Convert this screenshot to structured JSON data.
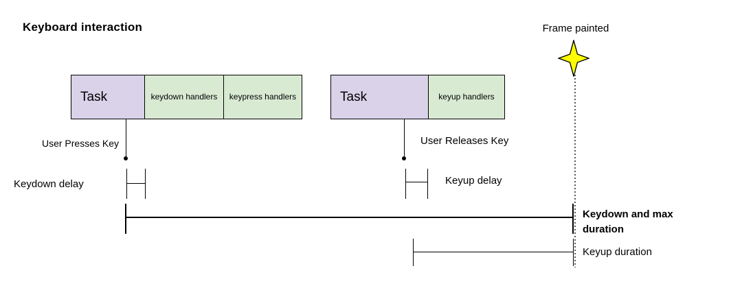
{
  "title": "Keyboard interaction",
  "frame_painted": {
    "label": "Frame painted",
    "marker_icon": "four-point-star-icon"
  },
  "bars": [
    {
      "task": "Task",
      "segments": [
        "keydown handlers",
        "keypress handlers"
      ]
    },
    {
      "task": "Task",
      "segments": [
        "keyup handlers"
      ]
    }
  ],
  "events": {
    "press": "User Presses Key",
    "release": "User Releases Key"
  },
  "measures": {
    "keydown_delay": "Keydown delay",
    "keyup_delay": "Keyup delay",
    "keydown_max_duration": "Keydown and max duration",
    "keyup_duration": "Keyup duration"
  },
  "colors": {
    "task_fill": "#d9d2e9",
    "handler_fill": "#d9ead3",
    "star_fill": "#ffff00",
    "line_color": "#000000"
  }
}
